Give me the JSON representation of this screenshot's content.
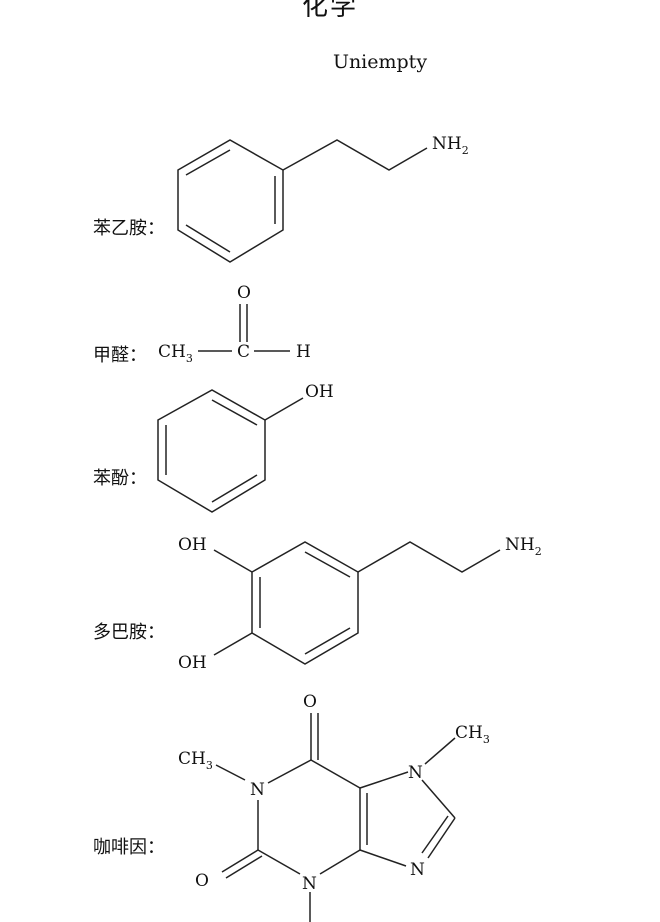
{
  "document": {
    "title": "化学",
    "author": "Uniempty"
  },
  "molecules": [
    {
      "label": "苯乙胺：",
      "groups": {
        "amine": "NH",
        "amine_sub": "2"
      }
    },
    {
      "label": "甲醛：",
      "groups": {
        "methyl": "CH",
        "methyl_sub": "3",
        "oxygen": "O",
        "carbon": "C",
        "hydrogen": "H"
      }
    },
    {
      "label": "苯酚：",
      "groups": {
        "hydroxyl": "OH"
      }
    },
    {
      "label": "多巴胺：",
      "groups": {
        "hydroxyl_top": "OH",
        "hydroxyl_bottom": "OH",
        "amine": "NH",
        "amine_sub": "2"
      }
    },
    {
      "label": "咖啡因：",
      "groups": {
        "oxygen_top": "O",
        "oxygen_left": "O",
        "methyl_n1": "CH",
        "methyl_n1_sub": "3",
        "methyl_n7": "CH",
        "methyl_n7_sub": "3",
        "n1": "N",
        "n3": "N",
        "n7": "N",
        "n9": "N"
      }
    }
  ]
}
